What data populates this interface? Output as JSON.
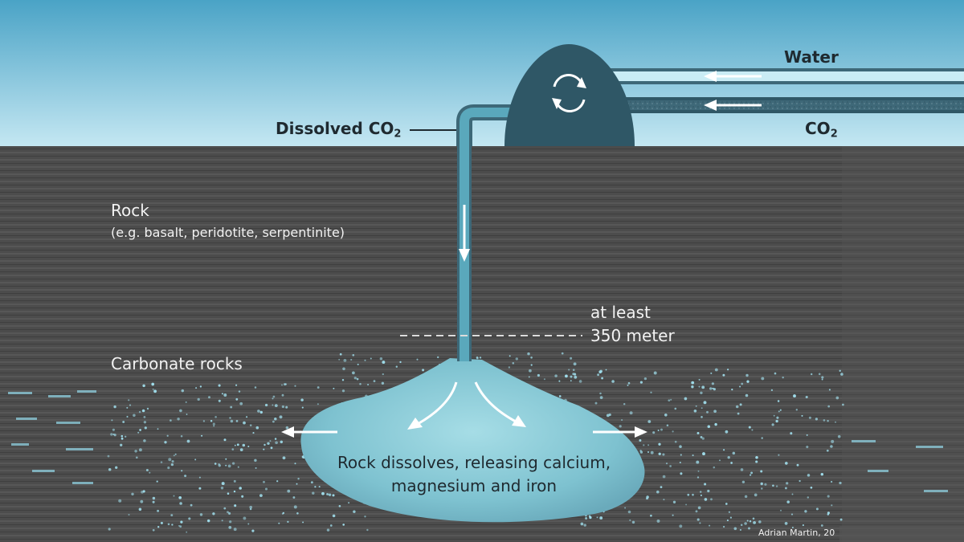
{
  "labels": {
    "water": "Water",
    "co2_text": "CO",
    "co2_sub": "2",
    "dissolved_text": "Dissolved CO",
    "dissolved_sub": "2",
    "rock_title": "Rock",
    "rock_examples": "(e.g. basalt, peridotite, serpentinite)",
    "depth_line1": "at least",
    "depth_line2": "350 meter",
    "carbonate": "Carbonate rocks",
    "dissolve_line1": "Rock dissolves, releasing calcium,",
    "dissolve_line2": "magnesium and iron",
    "credit": "Adrian Martin, 20"
  },
  "icons": {
    "mixing_unit": "circular-arrows-icon",
    "flow_arrows": "arrow-icon"
  },
  "colors": {
    "sky_top": "#4aa3c6",
    "sky_bottom": "#c4e7f2",
    "rock": "#4a4a4a",
    "plant": "#2f5766",
    "pipe": "#3d6878",
    "well": "#5aa8bc",
    "water_pool": "#8fd0dc",
    "dots": "#9fdcea",
    "label_dark": "#1f2a30",
    "label_light": "#f2f2f2"
  }
}
